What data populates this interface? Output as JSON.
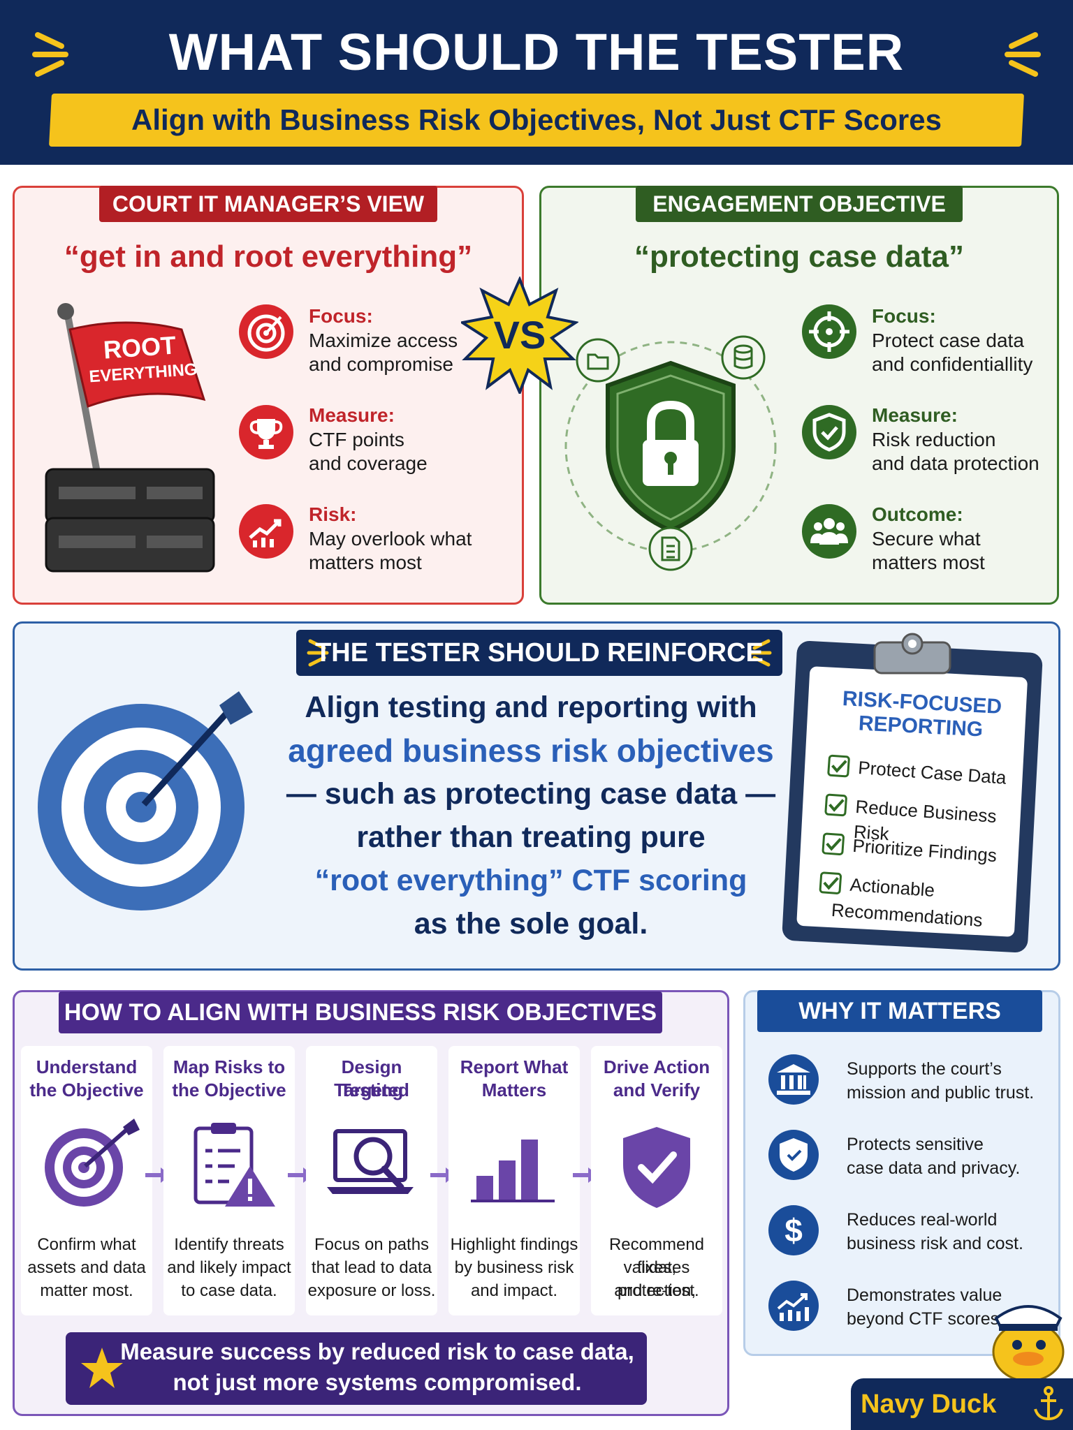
{
  "header": {
    "title": "WHAT SHOULD THE TESTER REINFORCE?",
    "subtitle": "Align with Business Risk Objectives, Not Just CTF Scores"
  },
  "left_panel": {
    "tag": "COURT IT MANAGER’S VIEW",
    "quote": "“get in and root everything”",
    "flag_line1": "ROOT",
    "flag_line2": "EVERYTHING",
    "items": [
      {
        "heading": "Focus:",
        "line1": "Maximize access",
        "line2": "and compromise",
        "icon": "target-icon"
      },
      {
        "heading": "Measure:",
        "line1": "CTF points",
        "line2": "and coverage",
        "icon": "trophy-icon"
      },
      {
        "heading": "Risk:",
        "line1": "May overlook what",
        "line2": "matters most",
        "icon": "chart-icon"
      }
    ]
  },
  "vs": "VS",
  "right_panel": {
    "tag": "ENGAGEMENT OBJECTIVE",
    "quote": "“protecting case data”",
    "items": [
      {
        "heading": "Focus:",
        "line1": "Protect case data",
        "line2": "and confidentiallity",
        "icon": "crosshair-icon"
      },
      {
        "heading": "Measure:",
        "line1": "Risk reduction",
        "line2": "and data protection",
        "icon": "shield-check-icon"
      },
      {
        "heading": "Outcome:",
        "line1": "Secure what",
        "line2": "matters most",
        "icon": "people-icon"
      }
    ]
  },
  "middle": {
    "tag": "THE TESTER SHOULD REINFORCE",
    "line1": "Align testing and reporting with",
    "line2": "agreed business risk objectives",
    "line3": "— such as protecting case data —",
    "line4": "rather than treating pure",
    "line5": "“root everything” CTF scoring",
    "line6": "as the sole goal.",
    "clipboard": {
      "title1": "RISK-FOCUSED",
      "title2": "REPORTING",
      "items": [
        "Protect Case Data",
        "Reduce Business Risk",
        "Prioritize Findings",
        "Actionable",
        "Recommendations"
      ]
    }
  },
  "how": {
    "tag": "HOW TO ALIGN WITH BUSINESS RISK OBJECTIVES",
    "steps": [
      {
        "h1": "Understand",
        "h2": "the Objective",
        "t1": "Confirm what",
        "t2": "assets and data",
        "t3": "matter most."
      },
      {
        "h1": "Map Risks to",
        "h2": "the Objective",
        "t1": "Identify threats",
        "t2": "and likely impact",
        "t3": "to case data."
      },
      {
        "h1": "Design Targeted",
        "h2": "Testing",
        "t1": "Focus on paths",
        "t2": "that lead to data",
        "t3": "exposure or loss."
      },
      {
        "h1": "Report What",
        "h2": "Matters",
        "t1": "Highlight findings",
        "t2": "by business risk",
        "t3": "and impact."
      },
      {
        "h1": "Drive Action",
        "h2": "and Verify",
        "t1": "Recommend fixes,",
        "t2": "validates protection,",
        "t3": "and re-test."
      }
    ],
    "measure1": "Measure success by reduced risk to case data,",
    "measure2": "not just more systems compromised."
  },
  "why": {
    "tag": "WHY IT MATTERS",
    "items": [
      {
        "l1": "Supports the court’s",
        "l2": "mission and public trust.",
        "icon": "courthouse-icon"
      },
      {
        "l1": "Protects sensitive",
        "l2": "case data and privacy.",
        "icon": "shield-icon"
      },
      {
        "l1": "Reduces real-world",
        "l2": "business risk and cost.",
        "icon": "dollar-icon"
      },
      {
        "l1": "Demonstrates value",
        "l2": "beyond CTF scores.",
        "icon": "growth-chart-icon"
      }
    ]
  },
  "brand": "Navy Duck",
  "colors": {
    "navy": "#10295a",
    "gold": "#f5c31c",
    "red": "#d9403a",
    "green": "#3c7a2c",
    "blue": "#2a5fb8",
    "purple": "#4b2a8a"
  }
}
